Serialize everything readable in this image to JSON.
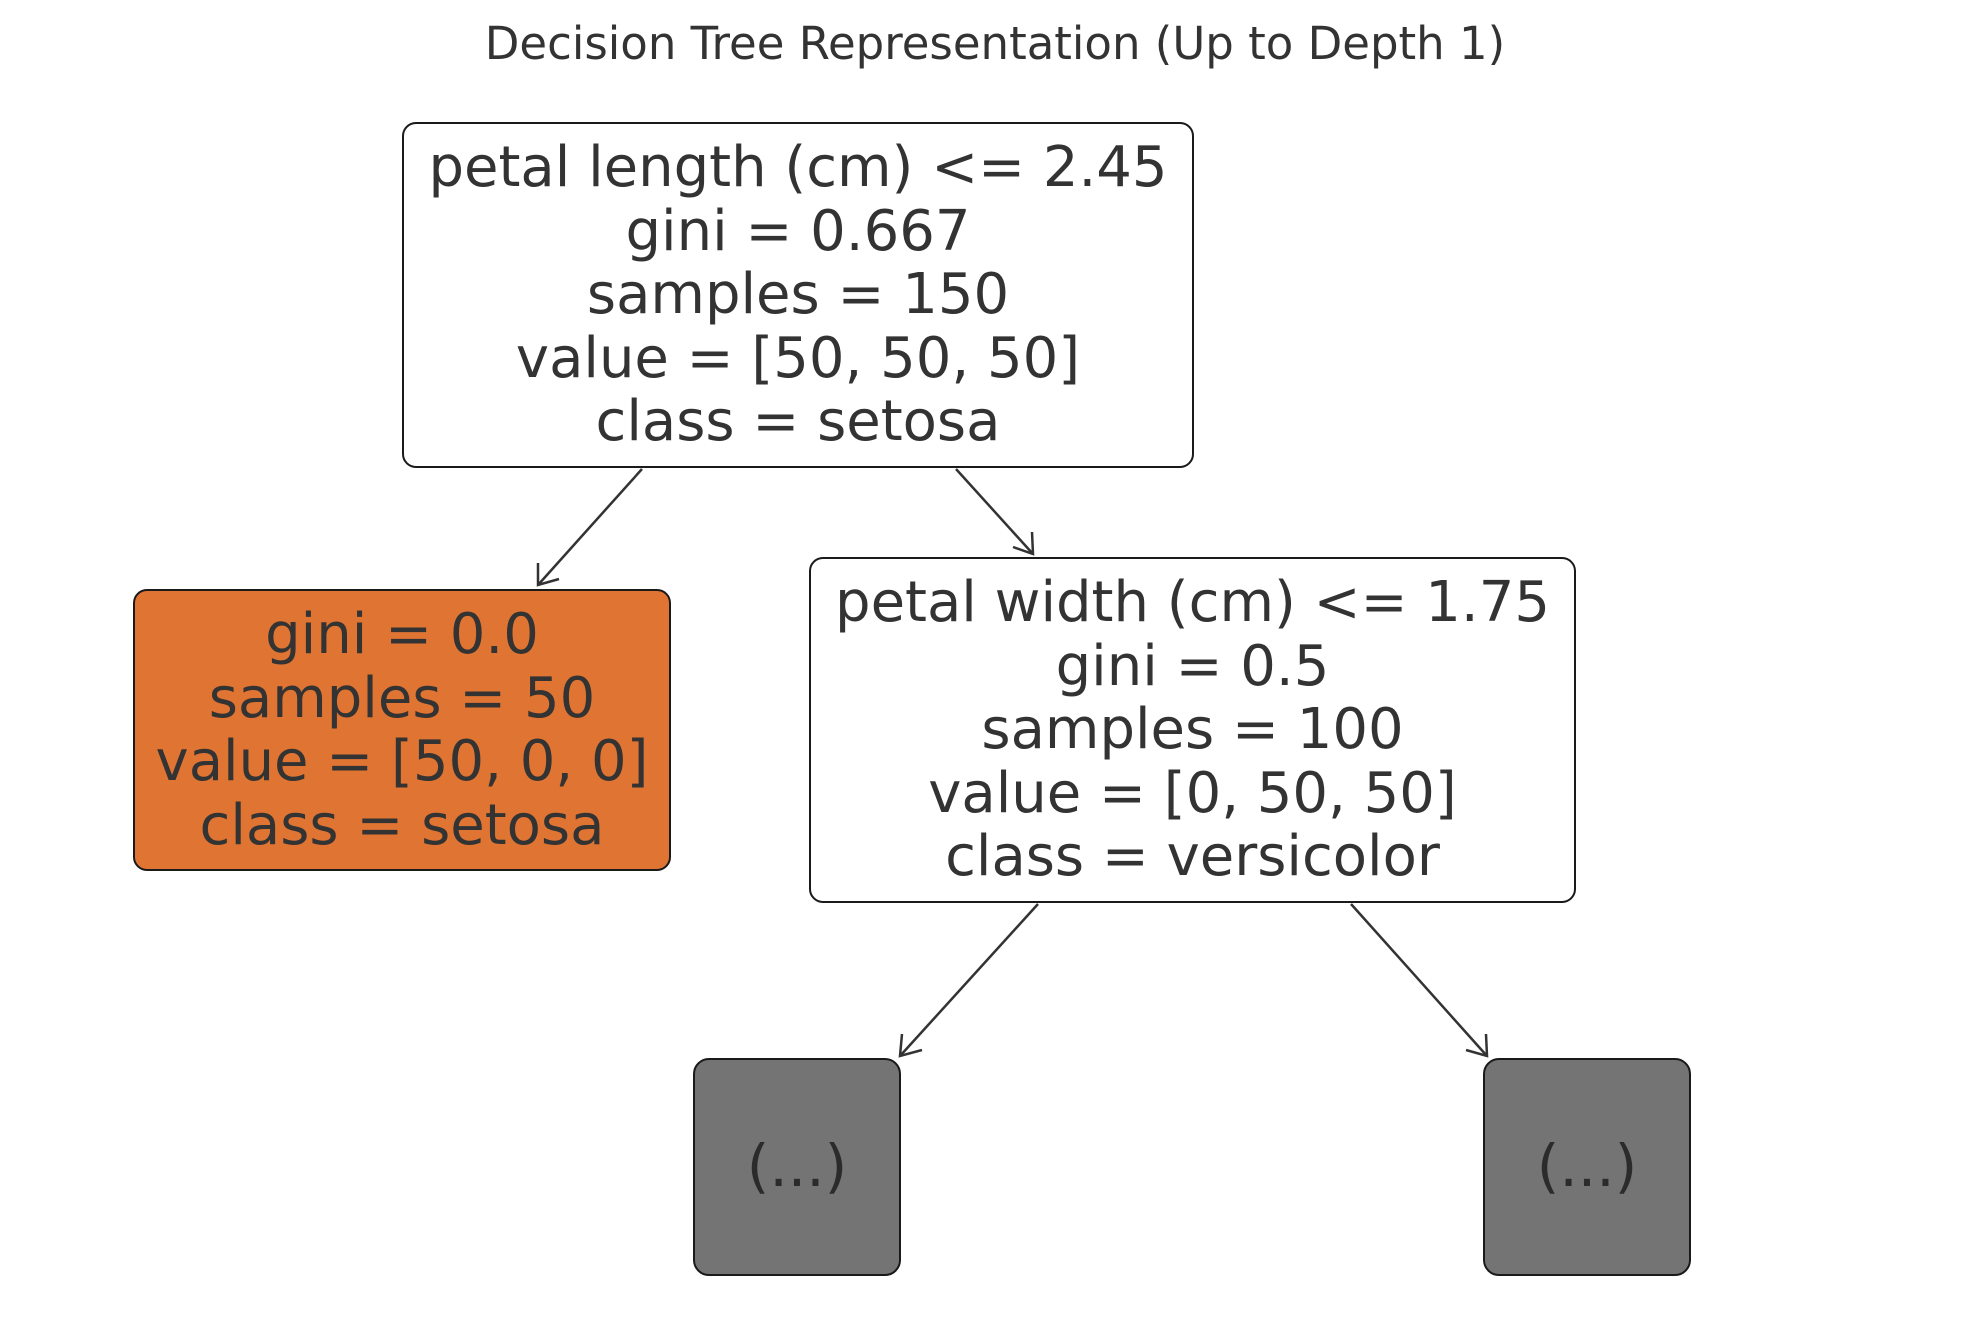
{
  "title": "Decision Tree Representation (Up to Depth 1)",
  "nodes": [
    {
      "id": "root",
      "lines": [
        "petal length (cm) <= 2.45",
        "gini = 0.667",
        "samples = 150",
        "value = [50, 50, 50]",
        "class = setosa"
      ],
      "fill": "#ffffff"
    },
    {
      "id": "left-leaf",
      "lines": [
        "gini = 0.0",
        "samples = 50",
        "value = [50, 0, 0]",
        "class = setosa"
      ],
      "fill": "#e07533"
    },
    {
      "id": "right-split",
      "lines": [
        "petal width (cm) <= 1.75",
        "gini = 0.5",
        "samples = 100",
        "value = [0, 50, 50]",
        "class = versicolor"
      ],
      "fill": "#ffffff"
    },
    {
      "id": "truncated-left",
      "lines": [
        "(...)"
      ],
      "fill": "#747474"
    },
    {
      "id": "truncated-right",
      "lines": [
        "(...)"
      ],
      "fill": "#747474"
    }
  ],
  "edges": [
    {
      "from": "root",
      "to": "left-leaf"
    },
    {
      "from": "root",
      "to": "right-split"
    },
    {
      "from": "right-split",
      "to": "truncated-left"
    },
    {
      "from": "right-split",
      "to": "truncated-right"
    }
  ]
}
